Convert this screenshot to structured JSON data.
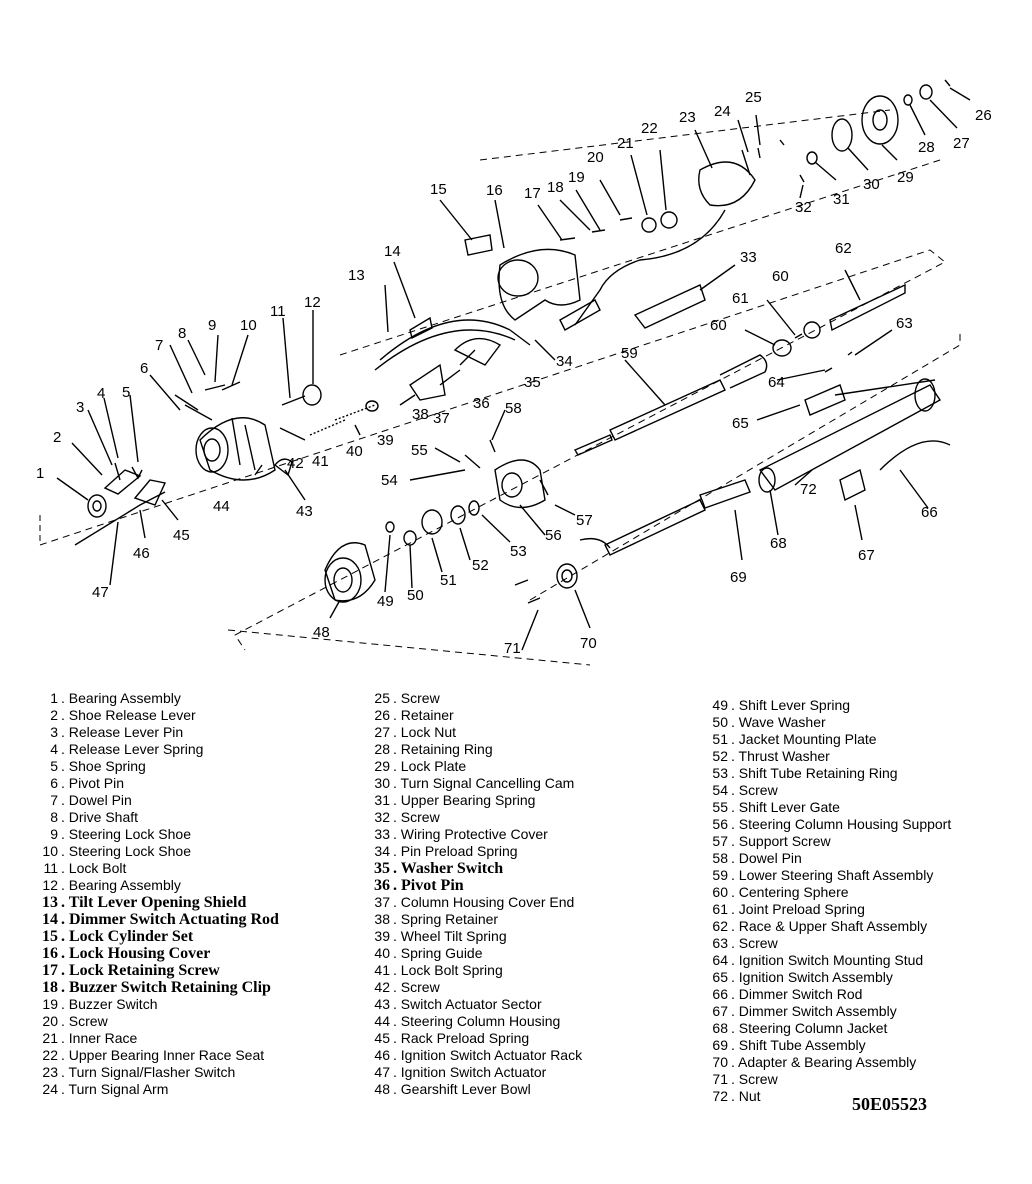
{
  "figure_id": "50E05523",
  "parts": [
    {
      "num": "1",
      "name": "Bearing Assembly"
    },
    {
      "num": "2",
      "name": "Shoe Release Lever"
    },
    {
      "num": "3",
      "name": "Release Lever Pin"
    },
    {
      "num": "4",
      "name": "Release Lever Spring"
    },
    {
      "num": "5",
      "name": "Shoe Spring"
    },
    {
      "num": "6",
      "name": "Pivot Pin"
    },
    {
      "num": "7",
      "name": "Dowel Pin"
    },
    {
      "num": "8",
      "name": "Drive Shaft"
    },
    {
      "num": "9",
      "name": "Steering Lock Shoe"
    },
    {
      "num": "10",
      "name": "Steering Lock Shoe"
    },
    {
      "num": "11",
      "name": "Lock Bolt"
    },
    {
      "num": "12",
      "name": "Bearing Assembly"
    },
    {
      "num": "13",
      "name": "Tilt Lever Opening Shield",
      "bold": true
    },
    {
      "num": "14",
      "name": "Dimmer Switch Actuating Rod",
      "bold": true
    },
    {
      "num": "15",
      "name": "Lock Cylinder Set",
      "bold": true
    },
    {
      "num": "16",
      "name": "Lock Housing Cover",
      "bold": true
    },
    {
      "num": "17",
      "name": "Lock Retaining Screw",
      "bold": true
    },
    {
      "num": "18",
      "name": "Buzzer Switch Retaining Clip",
      "bold": true
    },
    {
      "num": "19",
      "name": "Buzzer Switch"
    },
    {
      "num": "20",
      "name": "Screw"
    },
    {
      "num": "21",
      "name": "Inner Race"
    },
    {
      "num": "22",
      "name": "Upper Bearing Inner Race Seat"
    },
    {
      "num": "23",
      "name": "Turn Signal/Flasher Switch"
    },
    {
      "num": "24",
      "name": "Turn Signal Arm"
    },
    {
      "num": "25",
      "name": "Screw"
    },
    {
      "num": "26",
      "name": "Retainer"
    },
    {
      "num": "27",
      "name": "Lock Nut"
    },
    {
      "num": "28",
      "name": "Retaining Ring"
    },
    {
      "num": "29",
      "name": "Lock Plate"
    },
    {
      "num": "30",
      "name": "Turn Signal Cancelling Cam"
    },
    {
      "num": "31",
      "name": "Upper Bearing Spring"
    },
    {
      "num": "32",
      "name": "Screw"
    },
    {
      "num": "33",
      "name": "Wiring Protective Cover"
    },
    {
      "num": "34",
      "name": "Pin Preload Spring"
    },
    {
      "num": "35",
      "name": "Washer Switch",
      "bold": true
    },
    {
      "num": "36",
      "name": "Pivot Pin",
      "bold": true
    },
    {
      "num": "37",
      "name": "Column Housing Cover End"
    },
    {
      "num": "38",
      "name": "Spring Retainer"
    },
    {
      "num": "39",
      "name": "Wheel Tilt Spring"
    },
    {
      "num": "40",
      "name": "Spring Guide"
    },
    {
      "num": "41",
      "name": "Lock Bolt Spring"
    },
    {
      "num": "42",
      "name": "Screw"
    },
    {
      "num": "43",
      "name": "Switch Actuator Sector"
    },
    {
      "num": "44",
      "name": "Steering Column Housing"
    },
    {
      "num": "45",
      "name": "Rack Preload Spring"
    },
    {
      "num": "46",
      "name": "Ignition Switch Actuator Rack"
    },
    {
      "num": "47",
      "name": "Ignition Switch Actuator"
    },
    {
      "num": "48",
      "name": "Gearshift Lever Bowl"
    },
    {
      "num": "49",
      "name": "Shift Lever Spring"
    },
    {
      "num": "50",
      "name": "Wave Washer"
    },
    {
      "num": "51",
      "name": "Jacket Mounting Plate"
    },
    {
      "num": "52",
      "name": "Thrust Washer"
    },
    {
      "num": "53",
      "name": "Shift Tube Retaining Ring"
    },
    {
      "num": "54",
      "name": "Screw"
    },
    {
      "num": "55",
      "name": "Shift Lever Gate"
    },
    {
      "num": "56",
      "name": "Steering Column Housing Support"
    },
    {
      "num": "57",
      "name": "Support Screw"
    },
    {
      "num": "58",
      "name": "Dowel Pin"
    },
    {
      "num": "59",
      "name": "Lower Steering Shaft Assembly"
    },
    {
      "num": "60",
      "name": "Centering Sphere"
    },
    {
      "num": "61",
      "name": "Joint Preload Spring"
    },
    {
      "num": "62",
      "name": "Race & Upper Shaft Assembly"
    },
    {
      "num": "63",
      "name": "Screw"
    },
    {
      "num": "64",
      "name": "Ignition Switch Mounting Stud"
    },
    {
      "num": "65",
      "name": "Ignition Switch Assembly"
    },
    {
      "num": "66",
      "name": "Dimmer Switch Rod"
    },
    {
      "num": "67",
      "name": "Dimmer Switch Assembly"
    },
    {
      "num": "68",
      "name": "Steering Column Jacket"
    },
    {
      "num": "69",
      "name": "Shift Tube Assembly"
    },
    {
      "num": "70",
      "name": "Adapter & Bearing Assembly"
    },
    {
      "num": "71",
      "name": "Screw"
    },
    {
      "num": "72",
      "name": "Nut"
    }
  ],
  "callout_numbers": [
    "1",
    "2",
    "3",
    "4",
    "5",
    "6",
    "7",
    "8",
    "9",
    "10",
    "11",
    "12",
    "13",
    "14",
    "15",
    "16",
    "17",
    "18",
    "19",
    "20",
    "21",
    "22",
    "23",
    "24",
    "25",
    "26",
    "27",
    "28",
    "29",
    "30",
    "31",
    "32",
    "33",
    "34",
    "35",
    "36",
    "37",
    "38",
    "39",
    "40",
    "41",
    "42",
    "43",
    "44",
    "45",
    "46",
    "47",
    "48",
    "49",
    "50",
    "51",
    "52",
    "53",
    "54",
    "55",
    "56",
    "57",
    "58",
    "59",
    "60",
    "60",
    "61",
    "62",
    "63",
    "64",
    "65",
    "66",
    "67",
    "68",
    "69",
    "70",
    "71",
    "72"
  ]
}
